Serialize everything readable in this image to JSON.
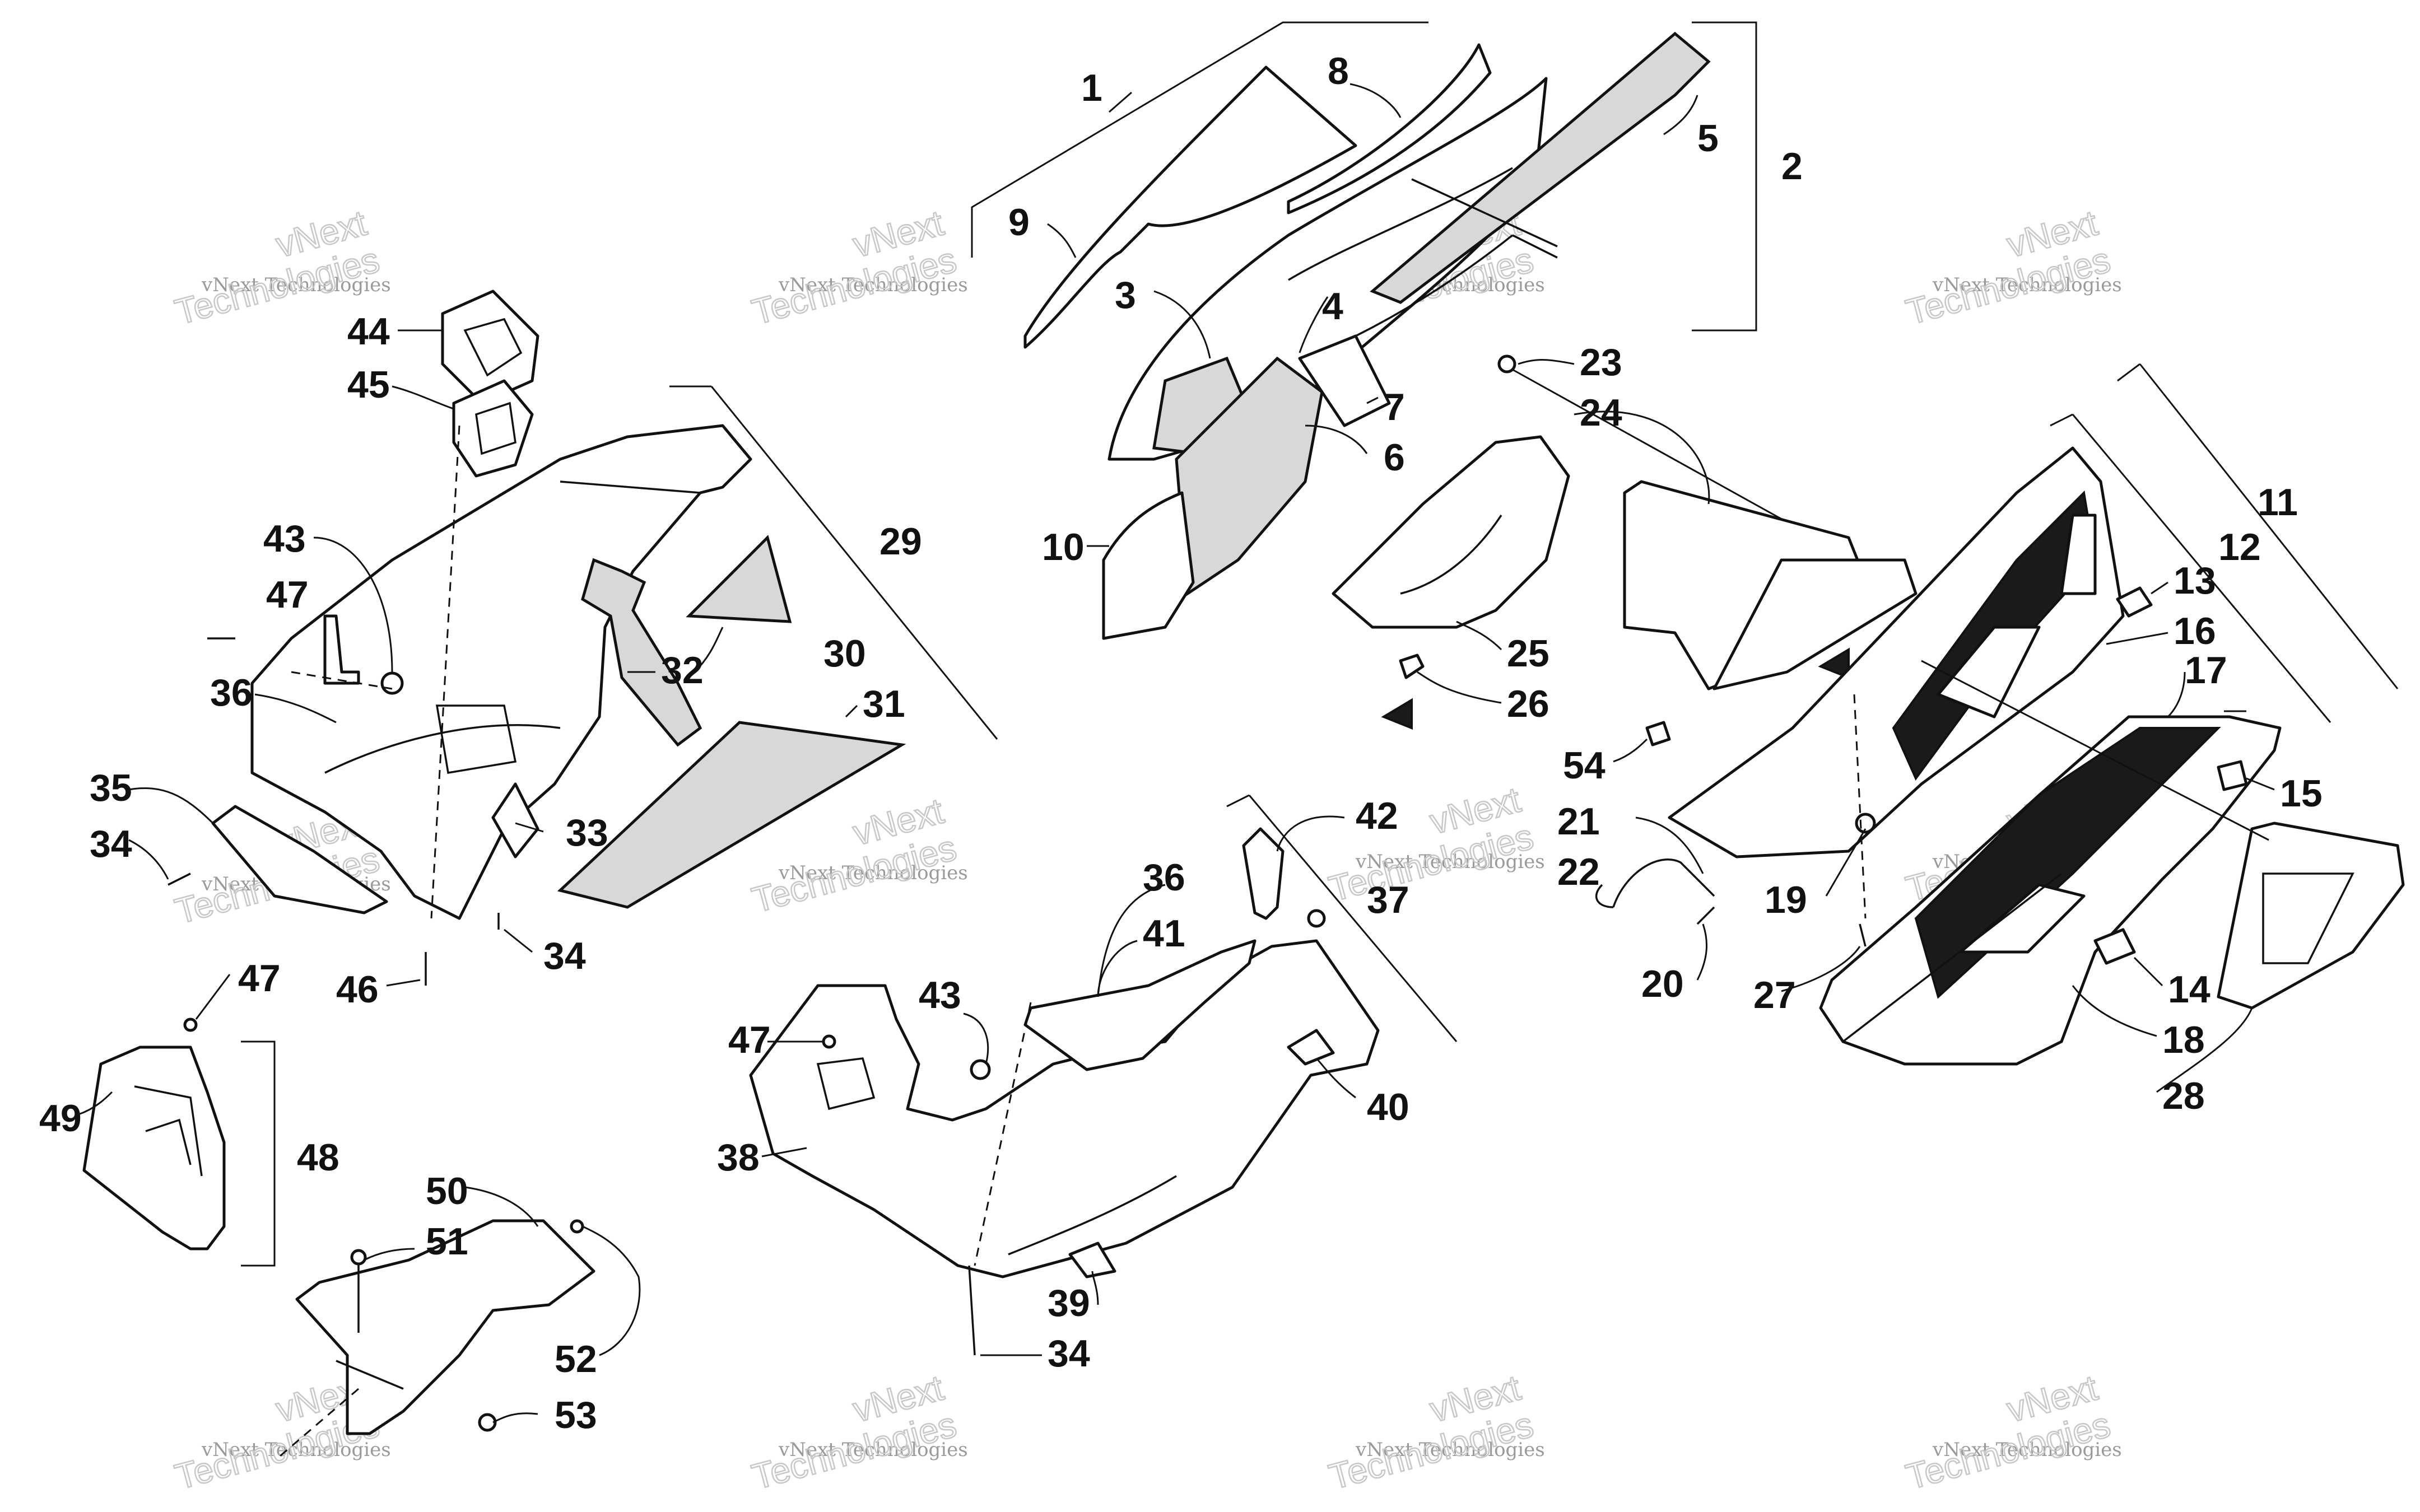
{
  "diagram": {
    "callouts": [
      {
        "id": "c1",
        "label": "1"
      },
      {
        "id": "c2",
        "label": "2"
      },
      {
        "id": "c3",
        "label": "3"
      },
      {
        "id": "c4",
        "label": "4"
      },
      {
        "id": "c5",
        "label": "5"
      },
      {
        "id": "c6",
        "label": "6"
      },
      {
        "id": "c7",
        "label": "7"
      },
      {
        "id": "c8",
        "label": "8"
      },
      {
        "id": "c9",
        "label": "9"
      },
      {
        "id": "c10",
        "label": "10"
      },
      {
        "id": "c11",
        "label": "11"
      },
      {
        "id": "c12",
        "label": "12"
      },
      {
        "id": "c13",
        "label": "13"
      },
      {
        "id": "c14",
        "label": "14"
      },
      {
        "id": "c15",
        "label": "15"
      },
      {
        "id": "c16",
        "label": "16"
      },
      {
        "id": "c17",
        "label": "17"
      },
      {
        "id": "c18",
        "label": "18"
      },
      {
        "id": "c19",
        "label": "19"
      },
      {
        "id": "c20",
        "label": "20"
      },
      {
        "id": "c21",
        "label": "21"
      },
      {
        "id": "c22",
        "label": "22"
      },
      {
        "id": "c23",
        "label": "23"
      },
      {
        "id": "c24",
        "label": "24"
      },
      {
        "id": "c25",
        "label": "25"
      },
      {
        "id": "c26",
        "label": "26"
      },
      {
        "id": "c27",
        "label": "27"
      },
      {
        "id": "c28",
        "label": "28"
      },
      {
        "id": "c29",
        "label": "29"
      },
      {
        "id": "c30",
        "label": "30"
      },
      {
        "id": "c31",
        "label": "31"
      },
      {
        "id": "c32",
        "label": "32"
      },
      {
        "id": "c33",
        "label": "33"
      },
      {
        "id": "c34a",
        "label": "34"
      },
      {
        "id": "c34b",
        "label": "34"
      },
      {
        "id": "c34c",
        "label": "34"
      },
      {
        "id": "c35",
        "label": "35"
      },
      {
        "id": "c36a",
        "label": "36"
      },
      {
        "id": "c36b",
        "label": "36"
      },
      {
        "id": "c37",
        "label": "37"
      },
      {
        "id": "c38",
        "label": "38"
      },
      {
        "id": "c39",
        "label": "39"
      },
      {
        "id": "c40",
        "label": "40"
      },
      {
        "id": "c41",
        "label": "41"
      },
      {
        "id": "c42",
        "label": "42"
      },
      {
        "id": "c43a",
        "label": "43"
      },
      {
        "id": "c43b",
        "label": "43"
      },
      {
        "id": "c44",
        "label": "44"
      },
      {
        "id": "c45",
        "label": "45"
      },
      {
        "id": "c46",
        "label": "46"
      },
      {
        "id": "c47a",
        "label": "47"
      },
      {
        "id": "c47b",
        "label": "47"
      },
      {
        "id": "c47c",
        "label": "47"
      },
      {
        "id": "c48",
        "label": "48"
      },
      {
        "id": "c49",
        "label": "49"
      },
      {
        "id": "c50",
        "label": "50"
      },
      {
        "id": "c51",
        "label": "51"
      },
      {
        "id": "c52",
        "label": "52"
      },
      {
        "id": "c53",
        "label": "53"
      },
      {
        "id": "c54",
        "label": "54"
      }
    ],
    "watermark": {
      "line_small": "vNext Technologies",
      "line_big_1": "vNext",
      "line_big_2": "Technologies"
    }
  }
}
